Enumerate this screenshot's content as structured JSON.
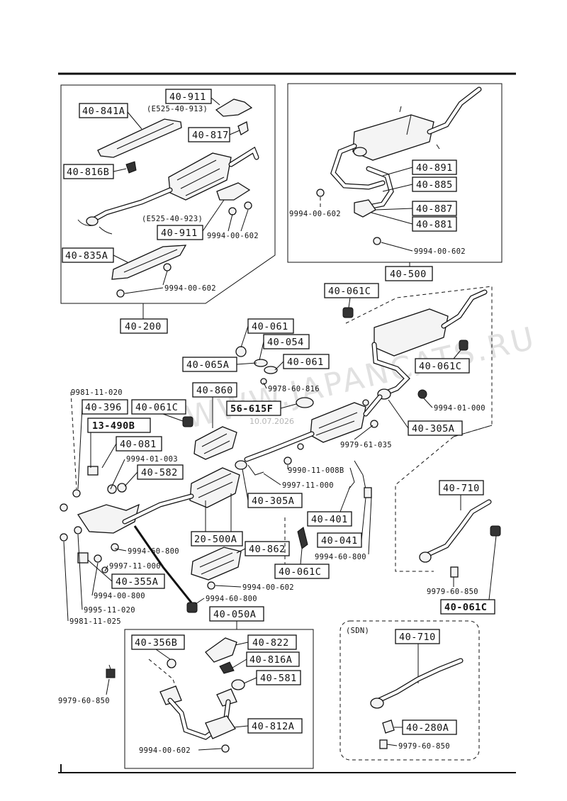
{
  "watermark": "WWW.JAPANCATS.RU",
  "date_stamp": "10.07.2026",
  "groups": {
    "g40200": "40-200",
    "g40500": "40-500",
    "g40050A": "40-050A",
    "sdn": "(SDN)"
  },
  "parts": {
    "p40911a": "40-911",
    "p40911a_alt": "(E525-40-913)",
    "p40841A": "40-841A",
    "p40817": "40-817",
    "p40816B": "40-816B",
    "p40911b_alt": "(E525-40-923)",
    "p40911b": "40-911",
    "b9994_00_602_a": "9994-00-602",
    "p40835A": "40-835A",
    "b9994_00_602_b": "9994-00-602",
    "p40891": "40-891",
    "p40885": "40-885",
    "b9994_00_602_c": "9994-00-602",
    "p40887": "40-887",
    "p40881": "40-881",
    "b9994_00_602_d": "9994-00-602",
    "p40061C_a": "40-061C",
    "p40061_a": "40-061",
    "p40054": "40-054",
    "p40065A": "40-065A",
    "p40061_b": "40-061",
    "p40061C_b": "40-061C",
    "b9978_60_816": "9978-60-816",
    "b9981_11_020": "9981-11-020",
    "p40860": "40-860",
    "p40396": "40-396",
    "p40061C_c": "40-061C",
    "p56615F": "56-615F",
    "b9994_01_000": "9994-01-000",
    "p40305A_a": "40-305A",
    "p13490B": "13-490B",
    "b9979_61_035": "9979-61-035",
    "p40081": "40-081",
    "b9994_01_003": "9994-01-003",
    "p40582": "40-582",
    "b9990_11_008B": "9990-11-008B",
    "b9997_11_000_a": "9997-11-000",
    "p40305A_b": "40-305A",
    "p40710_a": "40-710",
    "p40401": "40-401",
    "p20500A": "20-500A",
    "p40041": "40-041",
    "p40862": "40-862",
    "b9994_60_800_a": "9994-60-800",
    "b9994_60_800_b": "9994-60-800",
    "b9997_11_000_b": "9997-11-000",
    "p40061C_d": "40-061C",
    "p40355A": "40-355A",
    "b9994_00_602_e": "9994-00-602",
    "b9979_60_850_a": "9979-60-850",
    "b9994_00_800": "9994-00-800",
    "b9994_60_800_c": "9994-60-800",
    "p40061C_e": "40-061C",
    "b9995_11_020": "9995-11-020",
    "b9981_11_025": "9981-11-025",
    "p40050A": "40-050A",
    "p40710_b": "40-710",
    "p40356B": "40-356B",
    "p40822": "40-822",
    "p40816A": "40-816A",
    "p40581": "40-581",
    "b9979_60_850_b": "9979-60-850",
    "p40812A": "40-812A",
    "p40280A": "40-280A",
    "b9994_00_602_f": "9994-00-602",
    "b9979_60_850_c": "9979-60-850"
  }
}
